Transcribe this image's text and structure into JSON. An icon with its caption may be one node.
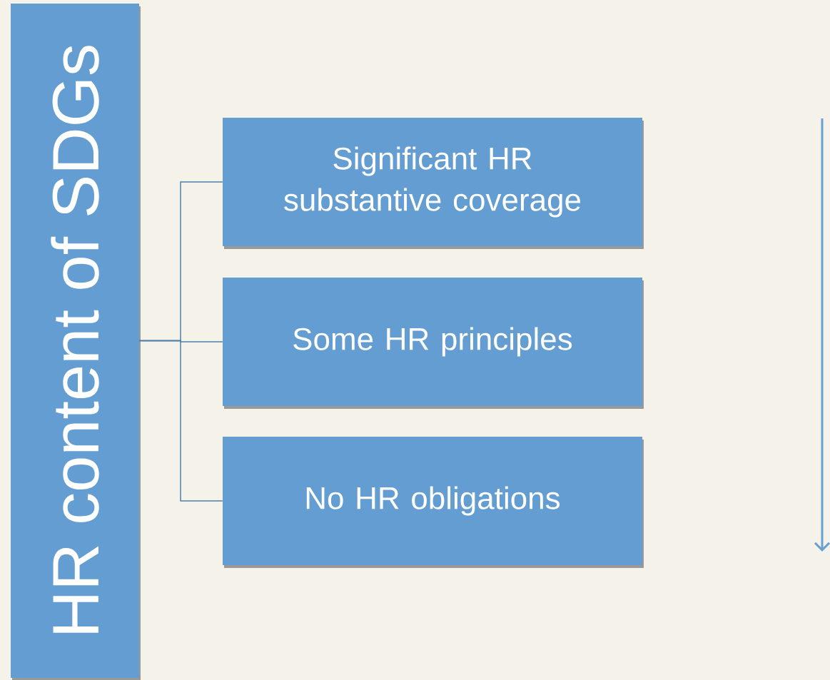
{
  "diagram": {
    "nodes": [
      {
        "text": [
          "HR content of SDGs"
        ]
      },
      {
        "text": [
          "Significant HR substantive coverage"
        ]
      },
      {
        "text": [
          "Some HR principles"
        ]
      },
      {
        "text": [
          "No HR obligations"
        ]
      }
    ],
    "edges": [
      {
        "from": 0,
        "to": 1,
        "arrow": "none"
      },
      {
        "from": 0,
        "to": 2,
        "arrow": "none"
      },
      {
        "from": 0,
        "to": 3,
        "arrow": "none"
      }
    ]
  }
}
